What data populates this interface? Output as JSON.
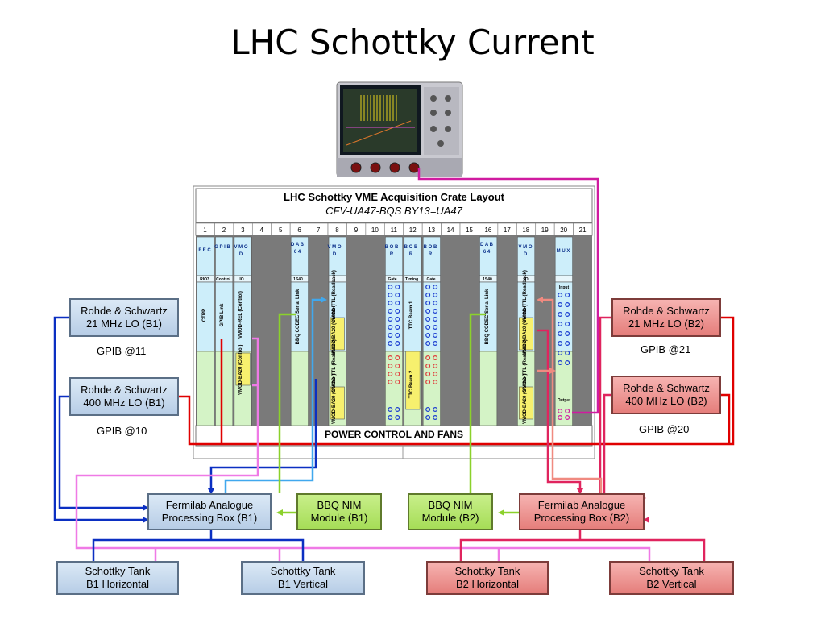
{
  "title": "LHC Schottky Current",
  "crate": {
    "title": "LHC Schottky VME Acquisition Crate Layout",
    "subtitle": "CFV-UA47-BQS  BY13=UA47",
    "slots": [
      "1",
      "2",
      "3",
      "4",
      "5",
      "6",
      "7",
      "8",
      "9",
      "10",
      "11",
      "12",
      "13",
      "14",
      "15",
      "16",
      "17",
      "18",
      "19",
      "20",
      "21"
    ],
    "power_label": "POWER CONTROL AND FANS",
    "modules": {
      "fec": "F E C",
      "fec_tag": "RIO3",
      "fec_body": "CTRP",
      "gpib": "G P I B",
      "gpib_tag": "Control",
      "gpib_body": "GPIB Link",
      "vmod3": "V M O D",
      "vmod3_tag": "IO",
      "vmod3_body1": "VMOD-REL (Control)",
      "vmod3_body2": "VMOD-BA20 (Control)",
      "dab6": "D A B 6 4",
      "dab6_tag": "1S40",
      "dab6_body": "BBQ CODEC Serial Link",
      "vmod8": "V M O D",
      "vmod8_b1": "VMOD-TTL (Readback)",
      "vmod8_b2": "VMOD-BA20 (Control)",
      "vmod8_b3": "VMOD-TTL (Readback)",
      "vmod8_b4": "VMOD-BA20 (Control)",
      "bobr11": "B O B R",
      "bobr11_tag": "Gate",
      "bobr12": "B O B R",
      "bobr12_tag": "Timing",
      "ttc1": "TTC Beam 1",
      "ttc2": "TTC Beam 2",
      "bobr13": "B O B R",
      "bobr13_tag": "Gate",
      "dab16": "D A B 6 4",
      "dab16_tag": "1S40",
      "dab16_body": "BBQ CODEC Serial Link",
      "vmod18": "V M O D",
      "vmod18_tag": "IO",
      "vmod18_b1": "VMOD-TTL (Readback)",
      "vmod18_b2": "VMOD-BA20 (Control)",
      "vmod18_b3": "VMOD-TTL (Readback)",
      "vmod18_b4": "VMOD-BA20 (Control)",
      "mux": "M U X",
      "mux_input": "Input",
      "mux_output": "Output"
    }
  },
  "boxes": {
    "rs21_b1": [
      "Rohde & Schwartz",
      "21 MHz LO (B1)"
    ],
    "gpib11": "GPIB @11",
    "rs400_b1": [
      "Rohde & Schwartz",
      "400 MHz LO (B1)"
    ],
    "gpib10": "GPIB @10",
    "rs21_b2": [
      "Rohde & Schwartz",
      "21 MHz LO (B2)"
    ],
    "gpib21": "GPIB @21",
    "rs400_b2": [
      "Rohde & Schwartz",
      "400 MHz LO (B2)"
    ],
    "gpib20": "GPIB @20",
    "fermi_b1": [
      "Fermilab Analogue",
      "Processing Box (B1)"
    ],
    "bbq_b1": [
      "BBQ NIM",
      "Module (B1)"
    ],
    "bbq_b2": [
      "BBQ NIM",
      "Module (B2)"
    ],
    "fermi_b2": [
      "Fermilab Analogue",
      "Processing Box (B2)"
    ],
    "tank_b1h": [
      "Schottky Tank",
      "B1 Horizontal"
    ],
    "tank_b1v": [
      "Schottky Tank",
      "B1 Vertical"
    ],
    "tank_b2h": [
      "Schottky Tank",
      "B2 Horizontal"
    ],
    "tank_b2v": [
      "Schottky Tank",
      "B2 Vertical"
    ]
  },
  "colors": {
    "blue_line": "#0b2fc2",
    "red_line": "#e00000",
    "pink_line": "#ef7ae6",
    "green_line": "#8bd12b",
    "crimson_line": "#e0245e",
    "salmon_line": "#f08a80",
    "magenta_line": "#d01ba0",
    "cyan_line": "#40a8ee",
    "slot_light_blue": "#cdeefa",
    "slot_light_green": "#d4f3c6",
    "slot_gray": "#7a7a7a",
    "slot_yellow": "#f7f06e"
  },
  "icons": {
    "oscilloscope": "oscilloscope-icon",
    "connector": "connector-circle-icon"
  }
}
